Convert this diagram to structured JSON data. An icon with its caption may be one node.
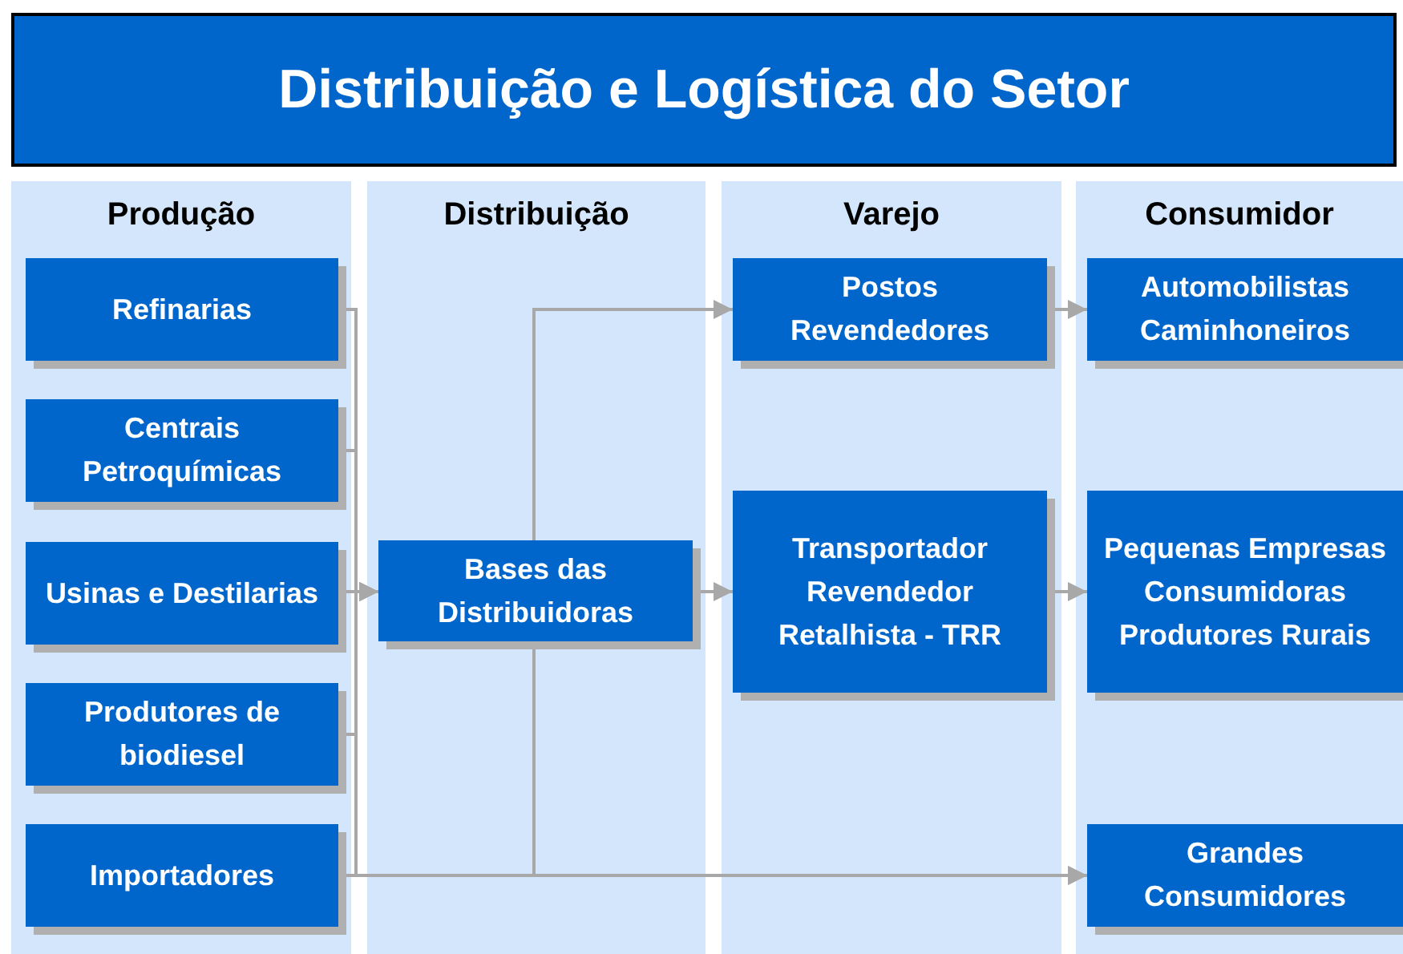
{
  "diagram": {
    "title": "Distribuição e Logística do Setor",
    "nodes": [
      {
        "text": [
          "Produção"
        ]
      },
      {
        "text": [
          "Refinarias"
        ],
        "in": 0
      },
      {
        "text": [
          "Centrais Petroquímicas"
        ],
        "in": 0
      },
      {
        "text": [
          "Usinas e Destilarias"
        ],
        "in": 0
      },
      {
        "text": [
          "Produtores de biodiesel"
        ],
        "in": 0
      },
      {
        "text": [
          "Importadores"
        ],
        "in": 0
      },
      {
        "text": [
          "Distribuição"
        ]
      },
      {
        "text": [
          "Bases das Distribuidoras"
        ],
        "in": 6
      },
      {
        "text": [
          "Varejo"
        ]
      },
      {
        "text": [
          "Postos Revendedores"
        ],
        "in": 8
      },
      {
        "text": [
          "Transportador Revendedor Retalhista - TRR"
        ],
        "in": 8
      },
      {
        "text": [
          "Consumidor"
        ]
      },
      {
        "text": [
          "Automobilistas Caminhoneiros"
        ],
        "in": 11
      },
      {
        "text": [
          "Pequenas Empresas Consumidoras Produtores Rurais"
        ],
        "in": 11
      },
      {
        "text": [
          "Grandes Consumidores"
        ],
        "in": 11
      }
    ],
    "edges": [
      {
        "from": 1,
        "to": 7,
        "arrow": "to"
      },
      {
        "from": 2,
        "to": 7,
        "arrow": "to"
      },
      {
        "from": 3,
        "to": 7,
        "arrow": "to"
      },
      {
        "from": 4,
        "to": 7,
        "arrow": "to"
      },
      {
        "from": 5,
        "to": 7,
        "arrow": "to"
      },
      {
        "from": 5,
        "to": 14,
        "arrow": "to"
      },
      {
        "from": 7,
        "to": 9,
        "arrow": "to"
      },
      {
        "from": 7,
        "to": 10,
        "arrow": "to"
      },
      {
        "from": 7,
        "to": 14,
        "arrow": "to"
      },
      {
        "from": 9,
        "to": 12,
        "arrow": "to"
      },
      {
        "from": 10,
        "to": 13,
        "arrow": "to"
      }
    ]
  }
}
